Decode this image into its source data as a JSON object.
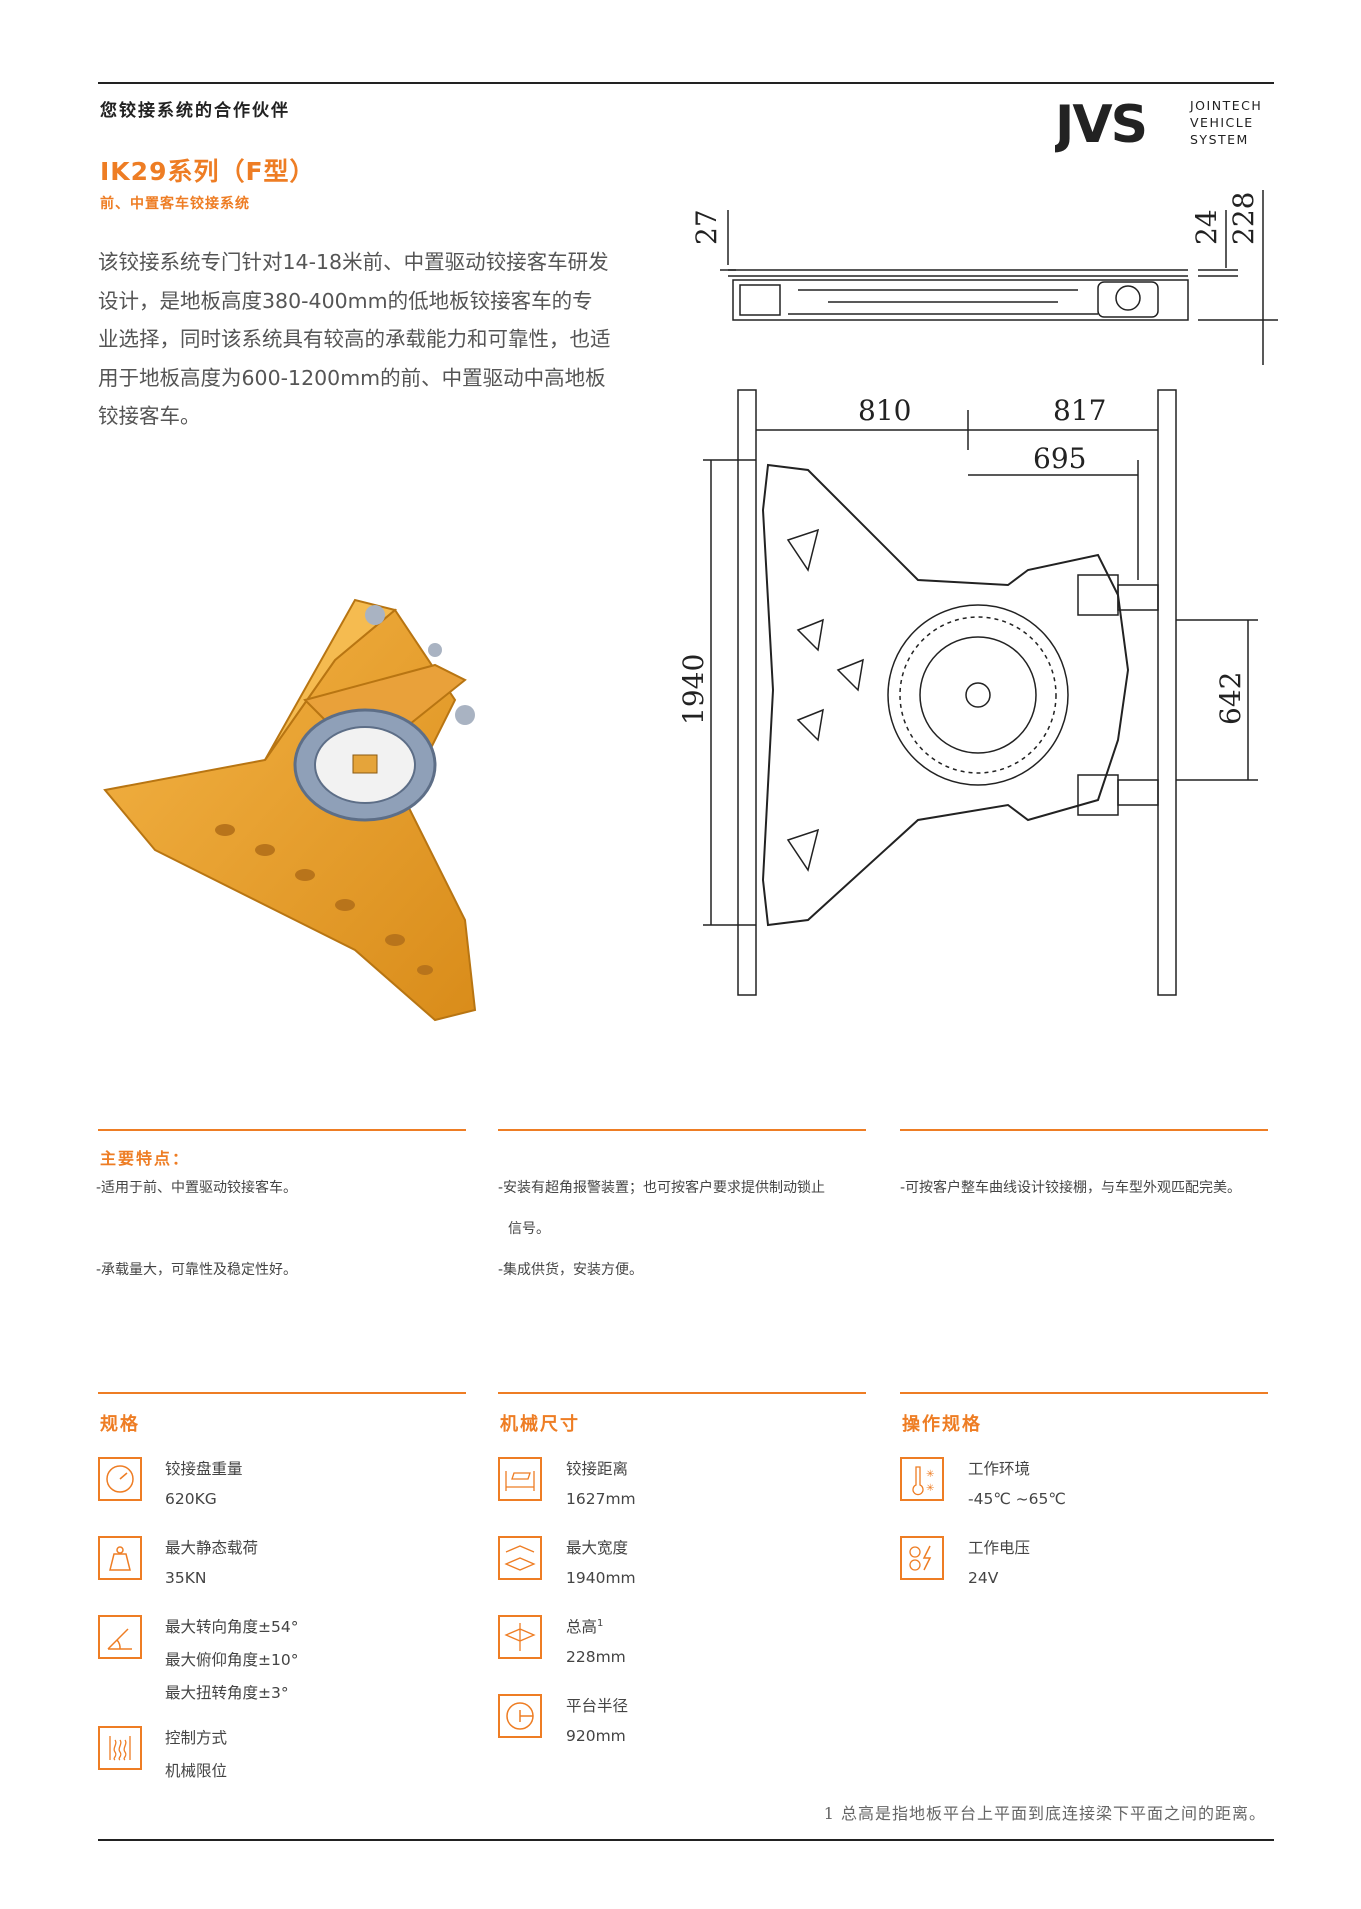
{
  "header": {
    "slogan": "您铰接系统的合作伙伴",
    "logo_mark": "JVS",
    "logo_text_1": "JOINTECH",
    "logo_text_2": "VEHICLE",
    "logo_text_3": "SYSTEM"
  },
  "product": {
    "title": "IK29系列（F型）",
    "subtitle": "前、中置客车铰接系统",
    "description": "该铰接系统专门针对14-18米前、中置驱动铰接客车研发设计，是地板高度380-400mm的低地板铰接客车的专业选择，同时该系统具有较高的承载能力和可靠性，也适用于地板高度为600-1200mm的前、中置驱动中高地板铰接客车。"
  },
  "drawing": {
    "dim_27": "27",
    "dim_24": "24",
    "dim_228": "228",
    "dim_810": "810",
    "dim_817": "817",
    "dim_695": "695",
    "dim_1940": "1940",
    "dim_642": "642"
  },
  "features": {
    "title": "主要特点：",
    "col1": [
      "-适用于前、中置驱动铰接客车。",
      "-承载量大，可靠性及稳定性好。"
    ],
    "col2_a": "-安装有超角报警装置；也可按客户要求提供制动锁止",
    "col2_b": "信号。",
    "col2_c": "-集成供货，安装方便。",
    "col3": "-可按客户整车曲线设计铰接棚，与车型外观匹配完美。"
  },
  "specs": {
    "title": "规格",
    "items": [
      {
        "icon": "weight-gauge-icon",
        "label": "铰接盘重量",
        "value": "620KG"
      },
      {
        "icon": "load-weight-icon",
        "label": "最大静态载荷",
        "value": "35KN"
      },
      {
        "icon": "angle-icon",
        "label": "最大转向角度±54°",
        "value": "最大俯仰角度±10°",
        "value2": "最大扭转角度±3°"
      },
      {
        "icon": "control-icon",
        "label": "控制方式",
        "value": "机械限位"
      }
    ]
  },
  "mech": {
    "title": "机械尺寸",
    "items": [
      {
        "icon": "length-icon",
        "label": "铰接距离",
        "value": "1627mm"
      },
      {
        "icon": "width-icon",
        "label": "最大宽度",
        "value": "1940mm"
      },
      {
        "icon": "height-icon",
        "label": "总高",
        "sup": "1",
        "value": "228mm"
      },
      {
        "icon": "radius-icon",
        "label": "平台半径",
        "value": "920mm"
      }
    ]
  },
  "operation": {
    "title": "操作规格",
    "items": [
      {
        "icon": "thermometer-icon",
        "label": "工作环境",
        "value": "-45℃ ~65℃"
      },
      {
        "icon": "voltage-icon",
        "label": "工作电压",
        "value": "24V"
      }
    ]
  },
  "footnote": "1 总高是指地板平台上平面到底连接梁下平面之间的距离。",
  "colors": {
    "accent": "#ee7d24",
    "product": "#f0a531",
    "dark": "#222222"
  }
}
